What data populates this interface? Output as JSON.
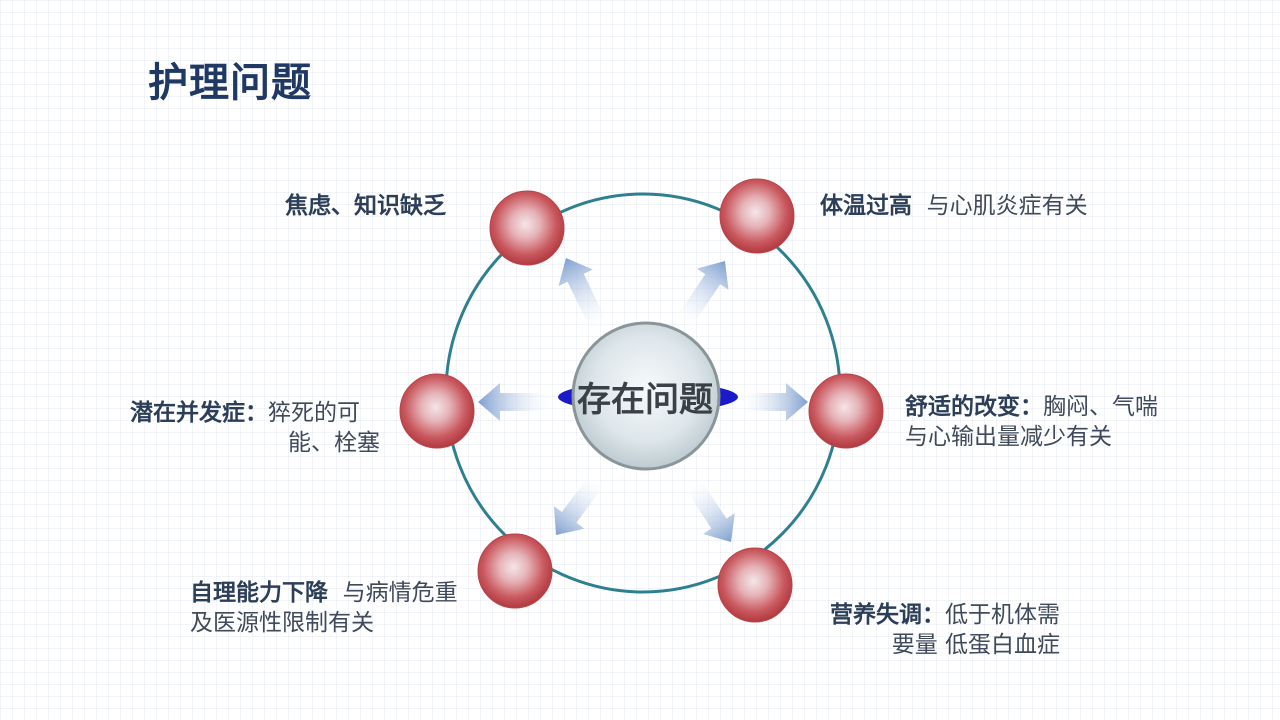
{
  "title": "护理问题",
  "center": {
    "text": "存在问题"
  },
  "colors": {
    "ring": "#2e8090",
    "node": "#c0454a",
    "arrow": "#7f9fd0",
    "title": "#1f3864"
  },
  "problems": [
    {
      "key": "anxiety",
      "head": "焦虑、知识缺乏",
      "detail": ""
    },
    {
      "key": "fever",
      "head": "体温过高",
      "detail": "与心肌炎症有关"
    },
    {
      "key": "comfort",
      "head": "舒适的改变：",
      "detail": "胸闷、气喘 与心输出量减少有关"
    },
    {
      "key": "nutrition",
      "head": "营养失调：",
      "detail": "低于机体需",
      "detail2": "要量  低蛋白血症"
    },
    {
      "key": "selfcare",
      "head": "自理能力下降",
      "detail": "与病情危重及医源性限制有关"
    },
    {
      "key": "complication",
      "head": "潜在并发症：",
      "detail": "猝死的可",
      "detail2": "能、栓塞"
    }
  ]
}
